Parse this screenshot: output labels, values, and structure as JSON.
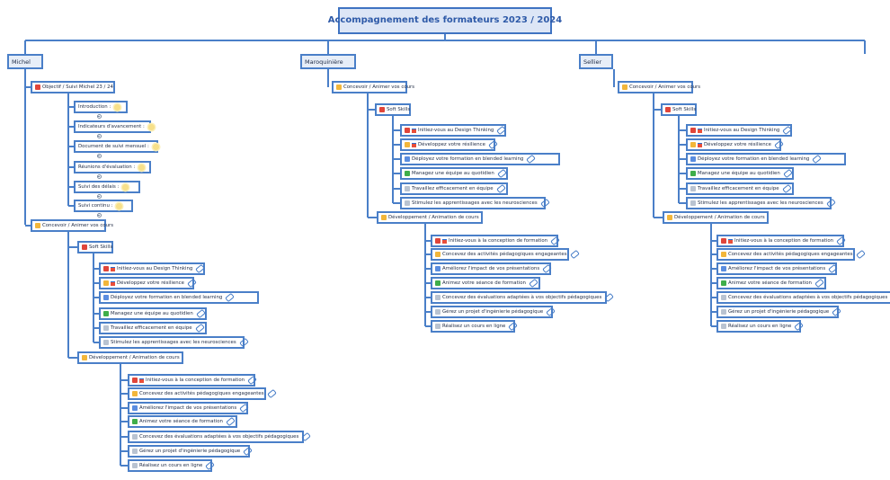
{
  "root": "Accompagnement des formateurs 2023 / 2024",
  "branches": [
    "Michel",
    "Maroquinière",
    "Sellier"
  ],
  "objective": "Objectif / Suivi Michel 23 / 24",
  "objective_items": [
    "Introduction :",
    "Indicateurs d'avancement :",
    "Document de suivi mensuel :",
    "Réunions d'évaluation :",
    "Suivi des délais :",
    "Suivi continu :"
  ],
  "concevoir": "Concevoir / Animer vos cours",
  "soft_skills": "Soft Skills",
  "soft_items": [
    "Initiez-vous au Design Thinking",
    "Développez votre résilience",
    "Déployez votre formation en blended learning",
    "Managez une équipe au quotidien",
    "Travaillez efficacement en équipe",
    "Stimulez les apprentissages avec les neurosciences"
  ],
  "dev": "Développement / Animation de cours",
  "dev_items": [
    "Initiez-vous à la conception de formation",
    "Concevez des activités pédagogiques engageantes",
    "Améliorez l'impact de vos présentations",
    "Animez votre séance de formation",
    "Concevez des évaluations adaptées à vos objectifs pédagogiques",
    "Gérez un projet d'ingénierie pédagogique",
    "Réalisez un cours en ligne"
  ],
  "colors": {
    "line": "#4a7fc8",
    "root_fill": "#dde6f6",
    "branch_fill": "#e7eef8"
  },
  "icons": {
    "soft_items": [
      "red-badge+flag-icon",
      "orange-badge+flag-icon",
      "blue-badge",
      "green-badge",
      "gray-badge",
      "gray-badge"
    ],
    "dev_items": [
      "red-badge+flag-icon",
      "orange-badge",
      "blue-badge",
      "green-badge",
      "gray-badge",
      "gray-badge",
      "gray-badge"
    ]
  }
}
